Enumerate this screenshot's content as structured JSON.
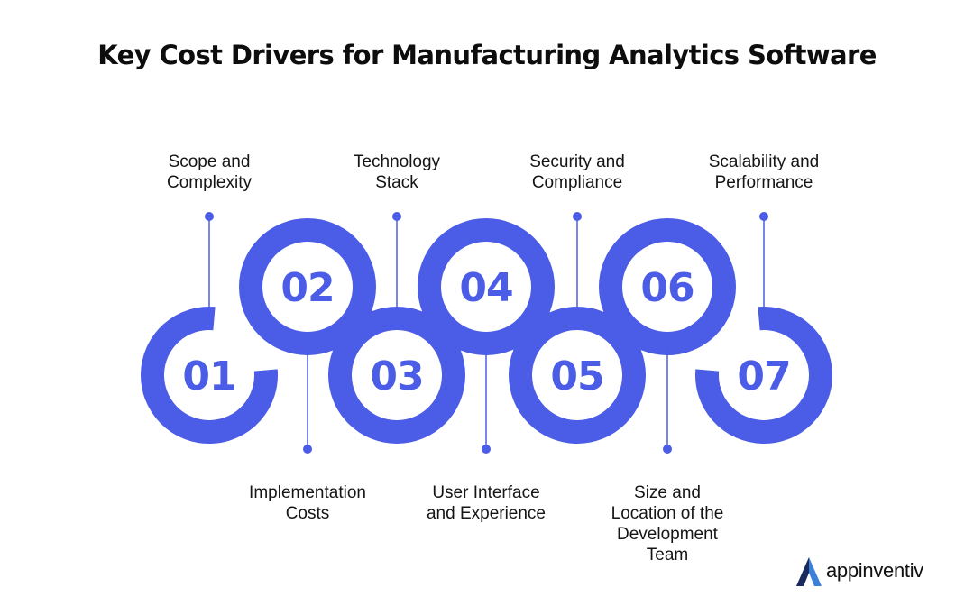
{
  "title": "Key Cost Drivers for Manufacturing Analytics Software",
  "colors": {
    "accent": "#4b5ce6",
    "text": "#111111",
    "logo_blue": "#3b7fd6",
    "logo_dark": "#1a2a5c"
  },
  "steps": [
    {
      "number": "01",
      "label_lines": [
        "Scope and",
        "Complexity"
      ]
    },
    {
      "number": "02",
      "label_lines": [
        "Implementation",
        "Costs"
      ]
    },
    {
      "number": "03",
      "label_lines": [
        "Technology",
        "Stack"
      ]
    },
    {
      "number": "04",
      "label_lines": [
        "User Interface",
        "and Experience"
      ]
    },
    {
      "number": "05",
      "label_lines": [
        "Security and",
        "Compliance"
      ]
    },
    {
      "number": "06",
      "label_lines": [
        "Size and",
        "Location of the",
        "Development",
        "Team"
      ]
    },
    {
      "number": "07",
      "label_lines": [
        "Scalability and",
        "Performance"
      ]
    }
  ],
  "logo": {
    "text": "appinventiv",
    "icon": "appinventiv-logo-icon"
  }
}
